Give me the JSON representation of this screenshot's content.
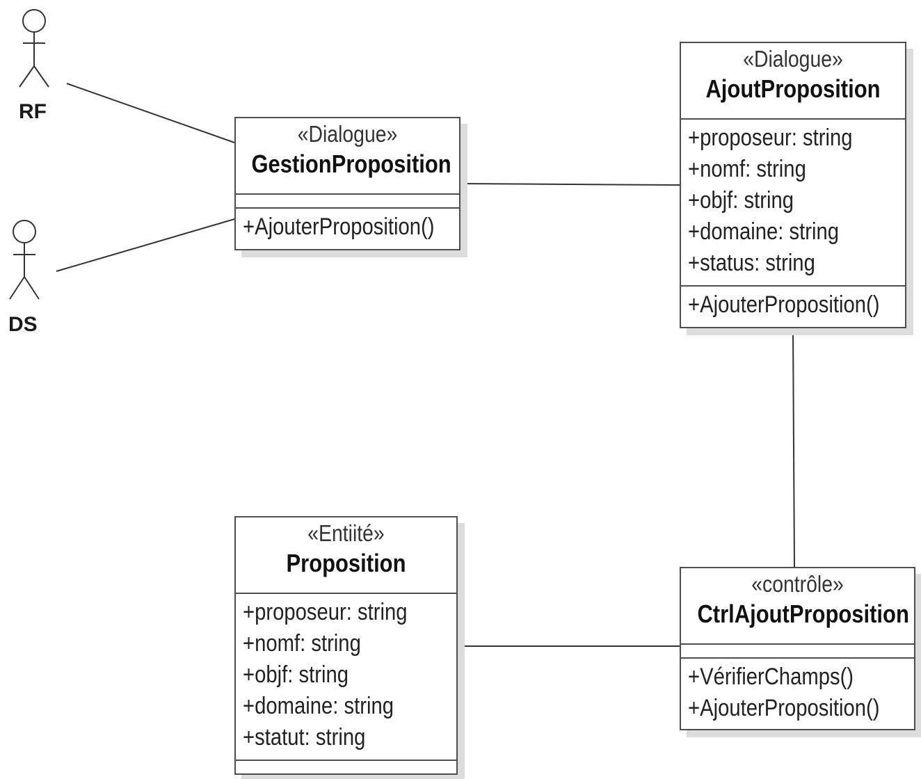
{
  "actors": [
    {
      "id": "rf",
      "label": "RF"
    },
    {
      "id": "ds",
      "label": "DS"
    }
  ],
  "classes": {
    "gestion": {
      "stereotype": "«Dialogue»",
      "name": "GestionProposition",
      "attributes": [],
      "operations": [
        "+AjouterProposition()"
      ]
    },
    "ajout": {
      "stereotype": "«Dialogue»",
      "name": "AjoutProposition",
      "attributes": [
        "+proposeur: string",
        "+nomf: string",
        "+objf: string",
        "+domaine: string",
        "+status: string"
      ],
      "operations": [
        "+AjouterProposition()"
      ]
    },
    "proposition": {
      "stereotype": "«Entiité»",
      "name": "Proposition",
      "attributes": [
        "+proposeur: string",
        "+nomf: string",
        "+objf: string",
        "+domaine: string",
        "+statut: string"
      ],
      "operations": []
    },
    "ctrl": {
      "stereotype": "«contrôle»",
      "name": "CtrlAjoutProposition",
      "attributes": [],
      "operations": [
        "+VérifierChamps()",
        "+AjouterProposition()"
      ]
    }
  },
  "colors": {
    "line": "#333333",
    "border": "#4d4d4d",
    "shadow": "#dcdcdc"
  }
}
